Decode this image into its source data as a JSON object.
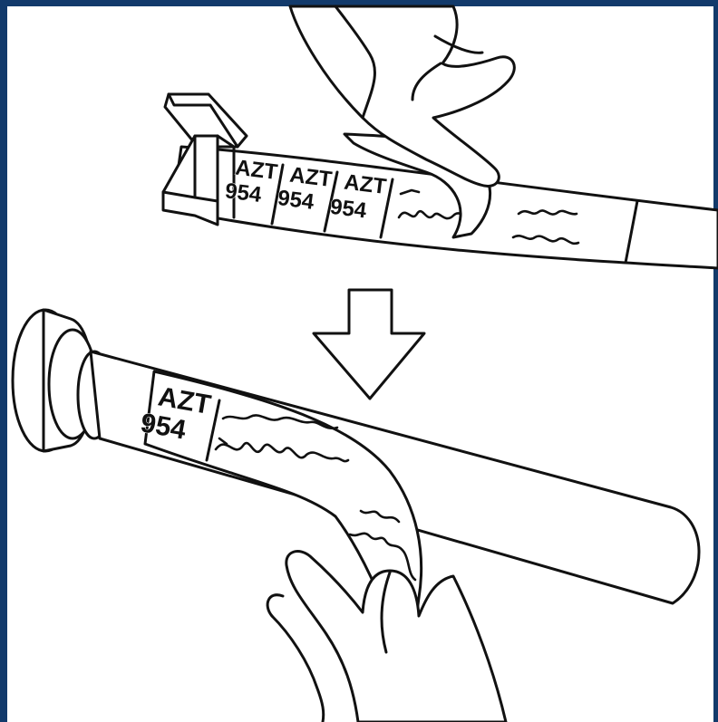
{
  "labels": {
    "top": [
      {
        "code": "AZT",
        "num": "954"
      },
      {
        "code": "AZT",
        "num": "954"
      },
      {
        "code": "AZT",
        "num": "954"
      }
    ],
    "tube": {
      "code": "AZT",
      "num": "954"
    }
  }
}
